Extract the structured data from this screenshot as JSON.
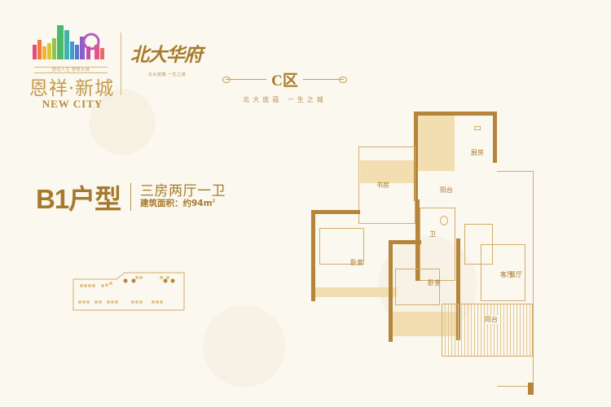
{
  "logo": {
    "tagline": "居住人生  梦想大城",
    "name_cn": "恩祥·新城",
    "name_en": "NEW CITY"
  },
  "brand": {
    "name_cn": "北大华府",
    "slogan": "北大底蕴·一生之城"
  },
  "zone": {
    "title": "C区",
    "subtitle": "北大底蕴  一生之城"
  },
  "unit": {
    "code": "B1户型",
    "layout": "三房两厅一卫",
    "area_label": "建筑面积：约94m",
    "area_sup": "2"
  },
  "rooms": {
    "kitchen": "厨房",
    "balcony_service": "阳台",
    "study": "书房",
    "bathroom": "卫",
    "dining": "餐厅",
    "bedroom_1": "卧室",
    "bedroom_2": "卧室",
    "living": "客厅",
    "balcony_main": "阳台"
  },
  "colors": {
    "background": "#fbf8ef",
    "wall": "#b6843a",
    "accent_gold": "#a67a2c",
    "fill_light": "#f2deb0"
  }
}
